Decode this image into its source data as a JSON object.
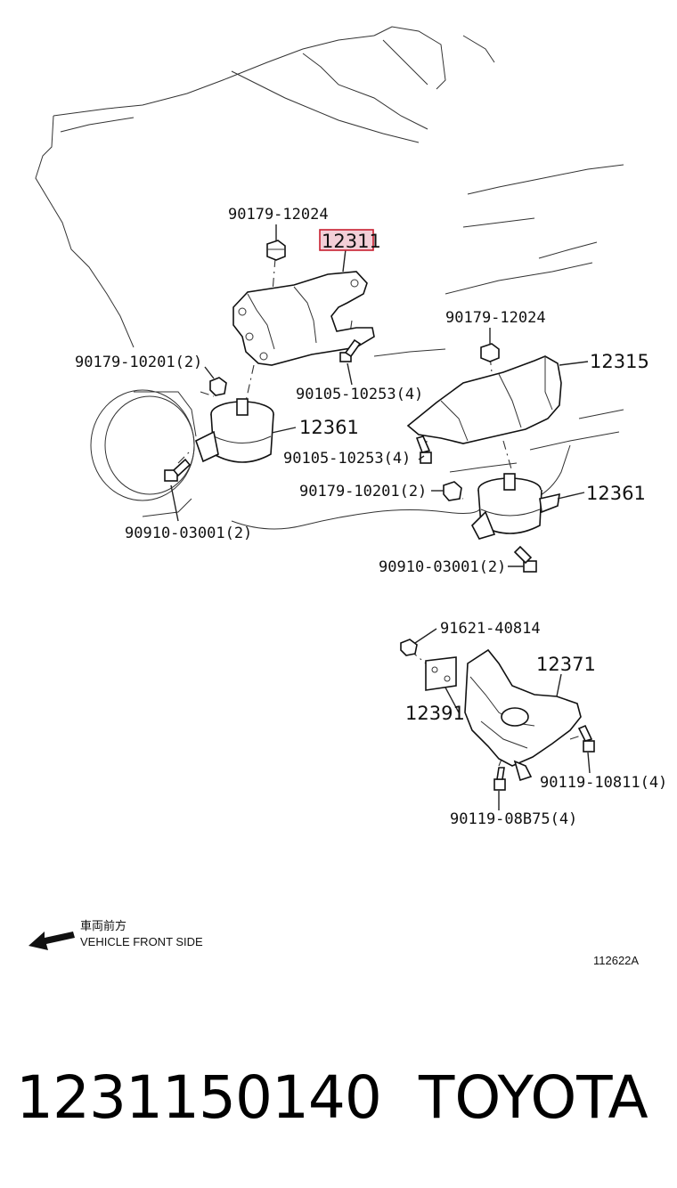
{
  "diagram": {
    "highlighted_part": "12311",
    "callouts": {
      "nut_left_top": "90179-12024",
      "bracket_left": "12311",
      "nut_left_mid": "90179-10201(2)",
      "bolt_left_bracket": "90105-10253(4)",
      "mount_left": "12361",
      "bolt_left_bottom": "90910-03001(2)",
      "nut_right_top": "90179-12024",
      "bracket_right": "12315",
      "bolt_right_bracket": "90105-10253(4)",
      "nut_right_mid": "90179-10201(2)",
      "mount_right": "12361",
      "bolt_right_bottom": "90910-03001(2)",
      "bolt_rear_top": "91621-40814",
      "mount_rear": "12371",
      "plate_rear": "12391",
      "bolt_rear_right": "90119-10811(4)",
      "bolt_rear_bottom": "90119-08B75(4)"
    },
    "direction_jp": "車両前方",
    "direction_en": "VEHICLE FRONT SIDE",
    "figure_code": "112622A"
  },
  "footer": {
    "part_number": "1231150140",
    "brand": "TOYOTA"
  }
}
